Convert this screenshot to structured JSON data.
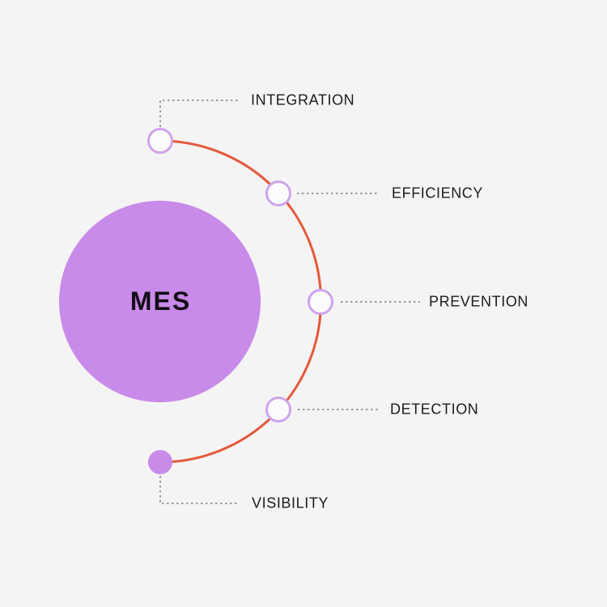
{
  "diagram": {
    "center": {
      "label": "MES"
    },
    "nodes": [
      {
        "id": "integration",
        "label": "INTEGRATION",
        "position": "top",
        "node_style": "outlined"
      },
      {
        "id": "efficiency",
        "label": "EFFICIENCY",
        "position": "upper-right",
        "node_style": "outlined"
      },
      {
        "id": "prevention",
        "label": "PREVENTION",
        "position": "right",
        "node_style": "outlined"
      },
      {
        "id": "detection",
        "label": "DETECTION",
        "position": "lower-right",
        "node_style": "outlined"
      },
      {
        "id": "visibility",
        "label": "VISIBILITY",
        "position": "bottom",
        "node_style": "filled"
      }
    ],
    "colors": {
      "background": "#f5f4f5",
      "center_circle_fill": "#c98be9",
      "center_label_text": "#150d17",
      "arc_stroke": "#e4593a",
      "node_outline": "#cfa3ef",
      "node_fill": "#fdfcfd",
      "node_filled_fill": "#c98be9",
      "connector_dotted": "#666666",
      "label_text": "#1d1b1e"
    }
  }
}
